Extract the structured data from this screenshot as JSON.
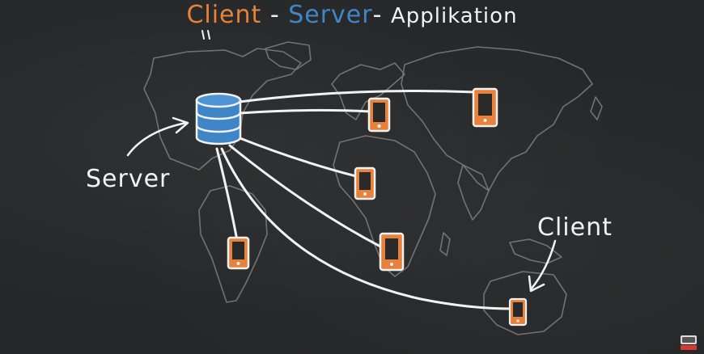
{
  "title": {
    "word1": "Client",
    "sep1": " - ",
    "word2": "Server",
    "sep2": "- ",
    "word3": "Applikation"
  },
  "labels": {
    "server": "Server",
    "client": "Client"
  },
  "colors": {
    "board": "#262728",
    "chalk": "#f2f2f2",
    "map": "#8c8c8c",
    "orange": "#e8813a",
    "blue": "#3f86c8"
  },
  "icons": {
    "server": "database-icon",
    "clients": "smartphone-icon",
    "arrows": "arrow-icon"
  }
}
